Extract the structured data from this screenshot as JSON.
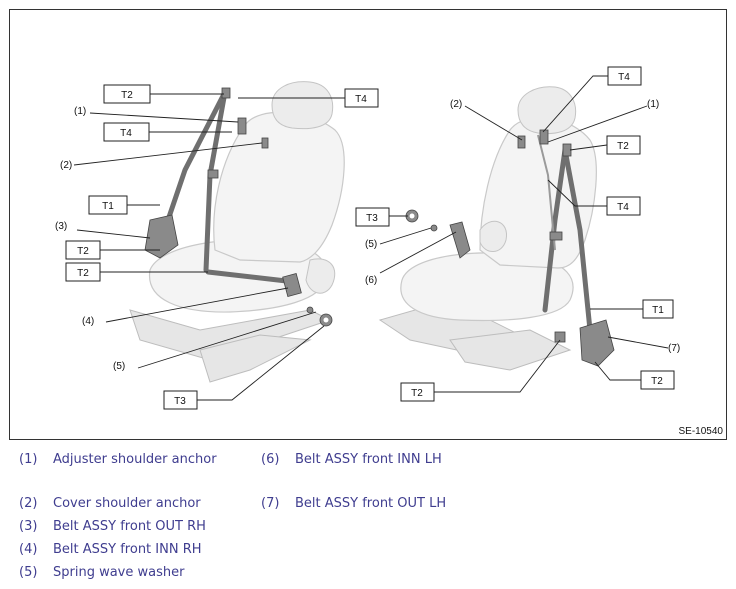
{
  "figure": {
    "code": "SE-10540",
    "left_view": {
      "torque_labels": [
        "T2",
        "T4",
        "T4",
        "T1",
        "T2",
        "T2",
        "T3"
      ],
      "callouts": [
        "(1)",
        "(2)",
        "(3)",
        "(4)",
        "(5)"
      ]
    },
    "right_view": {
      "torque_labels": [
        "T4",
        "T2",
        "T4",
        "T3",
        "T1",
        "T2",
        "T2"
      ],
      "callouts": [
        "(2)",
        "(1)",
        "(5)",
        "(6)",
        "(7)"
      ]
    }
  },
  "legend": [
    {
      "num": "(1)",
      "text": "Adjuster shoulder anchor"
    },
    {
      "num": "(2)",
      "text": "Cover shoulder anchor"
    },
    {
      "num": "(3)",
      "text": "Belt ASSY front OUT RH"
    },
    {
      "num": "(4)",
      "text": "Belt ASSY front INN RH"
    },
    {
      "num": "(5)",
      "text": "Spring wave washer"
    },
    {
      "num": "(6)",
      "text": "Belt ASSY front INN LH"
    },
    {
      "num": "(7)",
      "text": "Belt ASSY front OUT LH"
    }
  ]
}
